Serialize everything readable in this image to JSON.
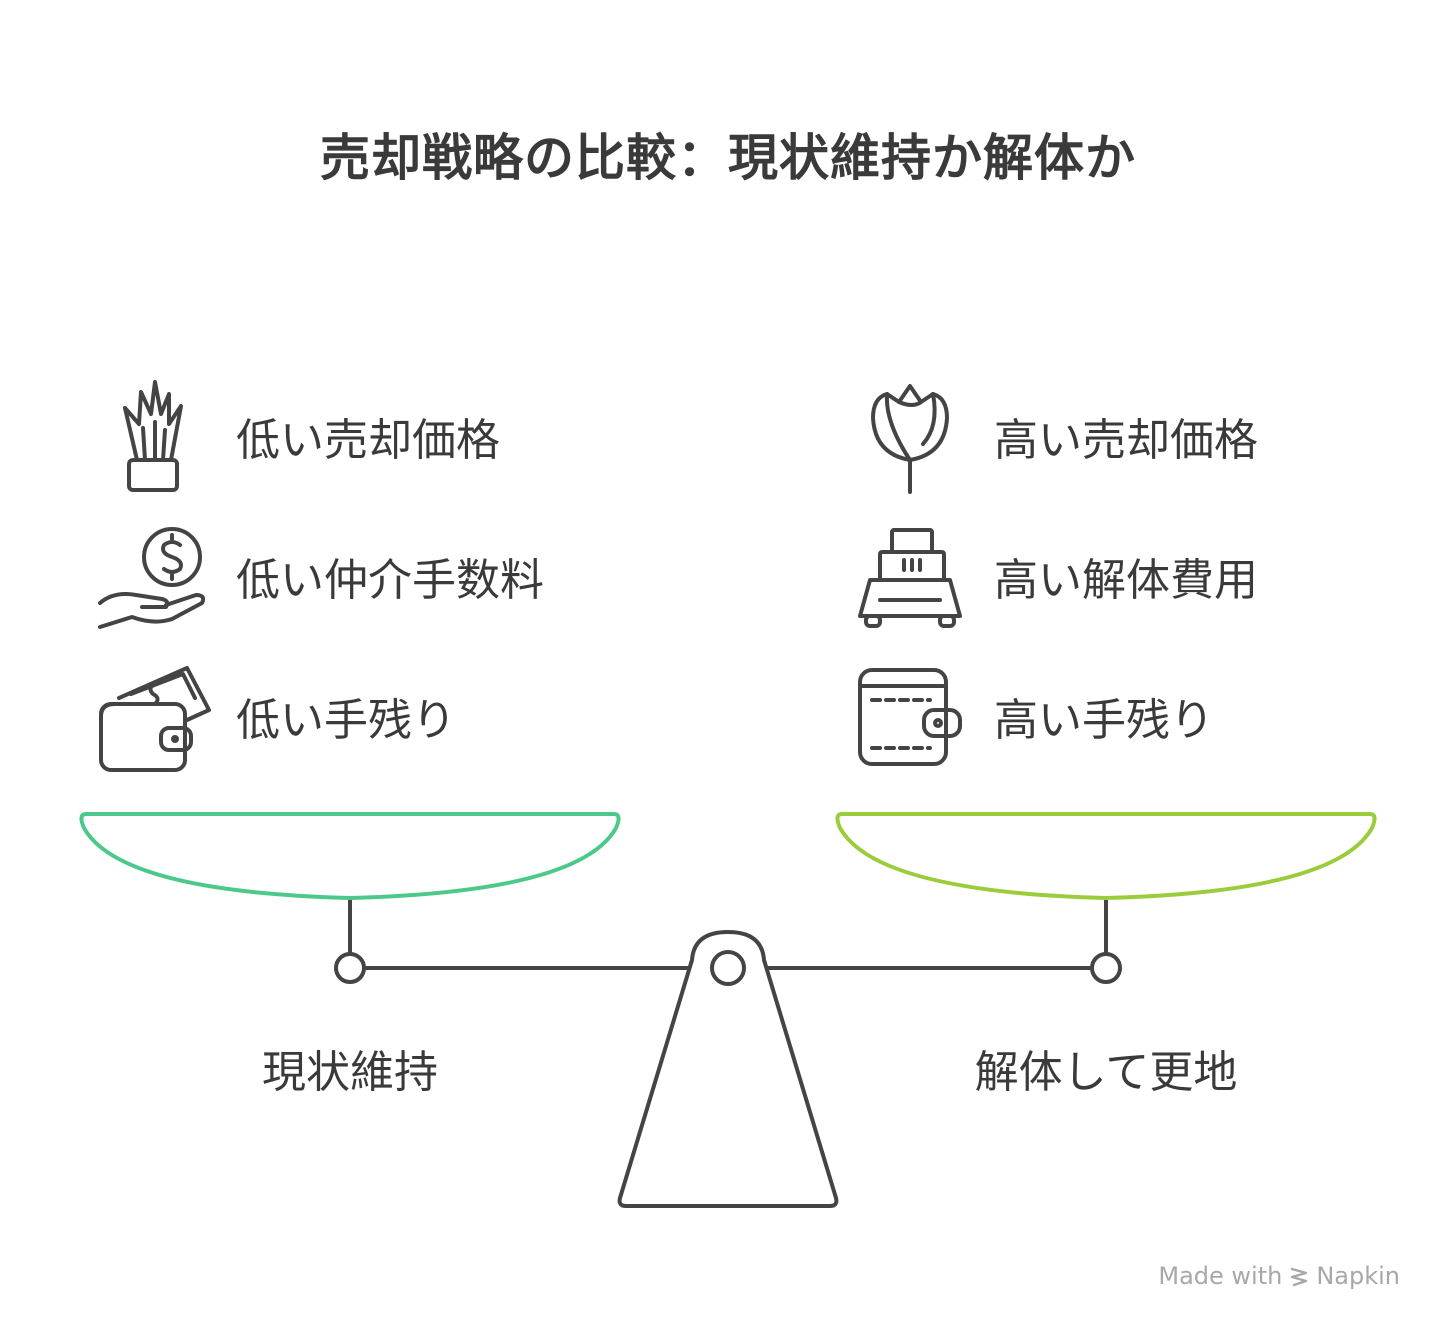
{
  "title": "売却戦略の比較：現状維持か解体か",
  "left": {
    "label": "現状維持",
    "pan_color": "#4cc98a",
    "items": [
      {
        "label": "低い売却価格",
        "icon": "plant-icon"
      },
      {
        "label": "低い仲介手数料",
        "icon": "hand-coin-icon"
      },
      {
        "label": "低い手残り",
        "icon": "wallet-cash-icon"
      }
    ]
  },
  "right": {
    "label": "解体して更地",
    "pan_color": "#9bcc3c",
    "items": [
      {
        "label": "高い売却価格",
        "icon": "rose-icon"
      },
      {
        "label": "高い解体費用",
        "icon": "cash-register-icon"
      },
      {
        "label": "高い手残り",
        "icon": "wallet-icon"
      }
    ]
  },
  "credit": {
    "prefix": "Made with",
    "brand": "Napkin"
  }
}
